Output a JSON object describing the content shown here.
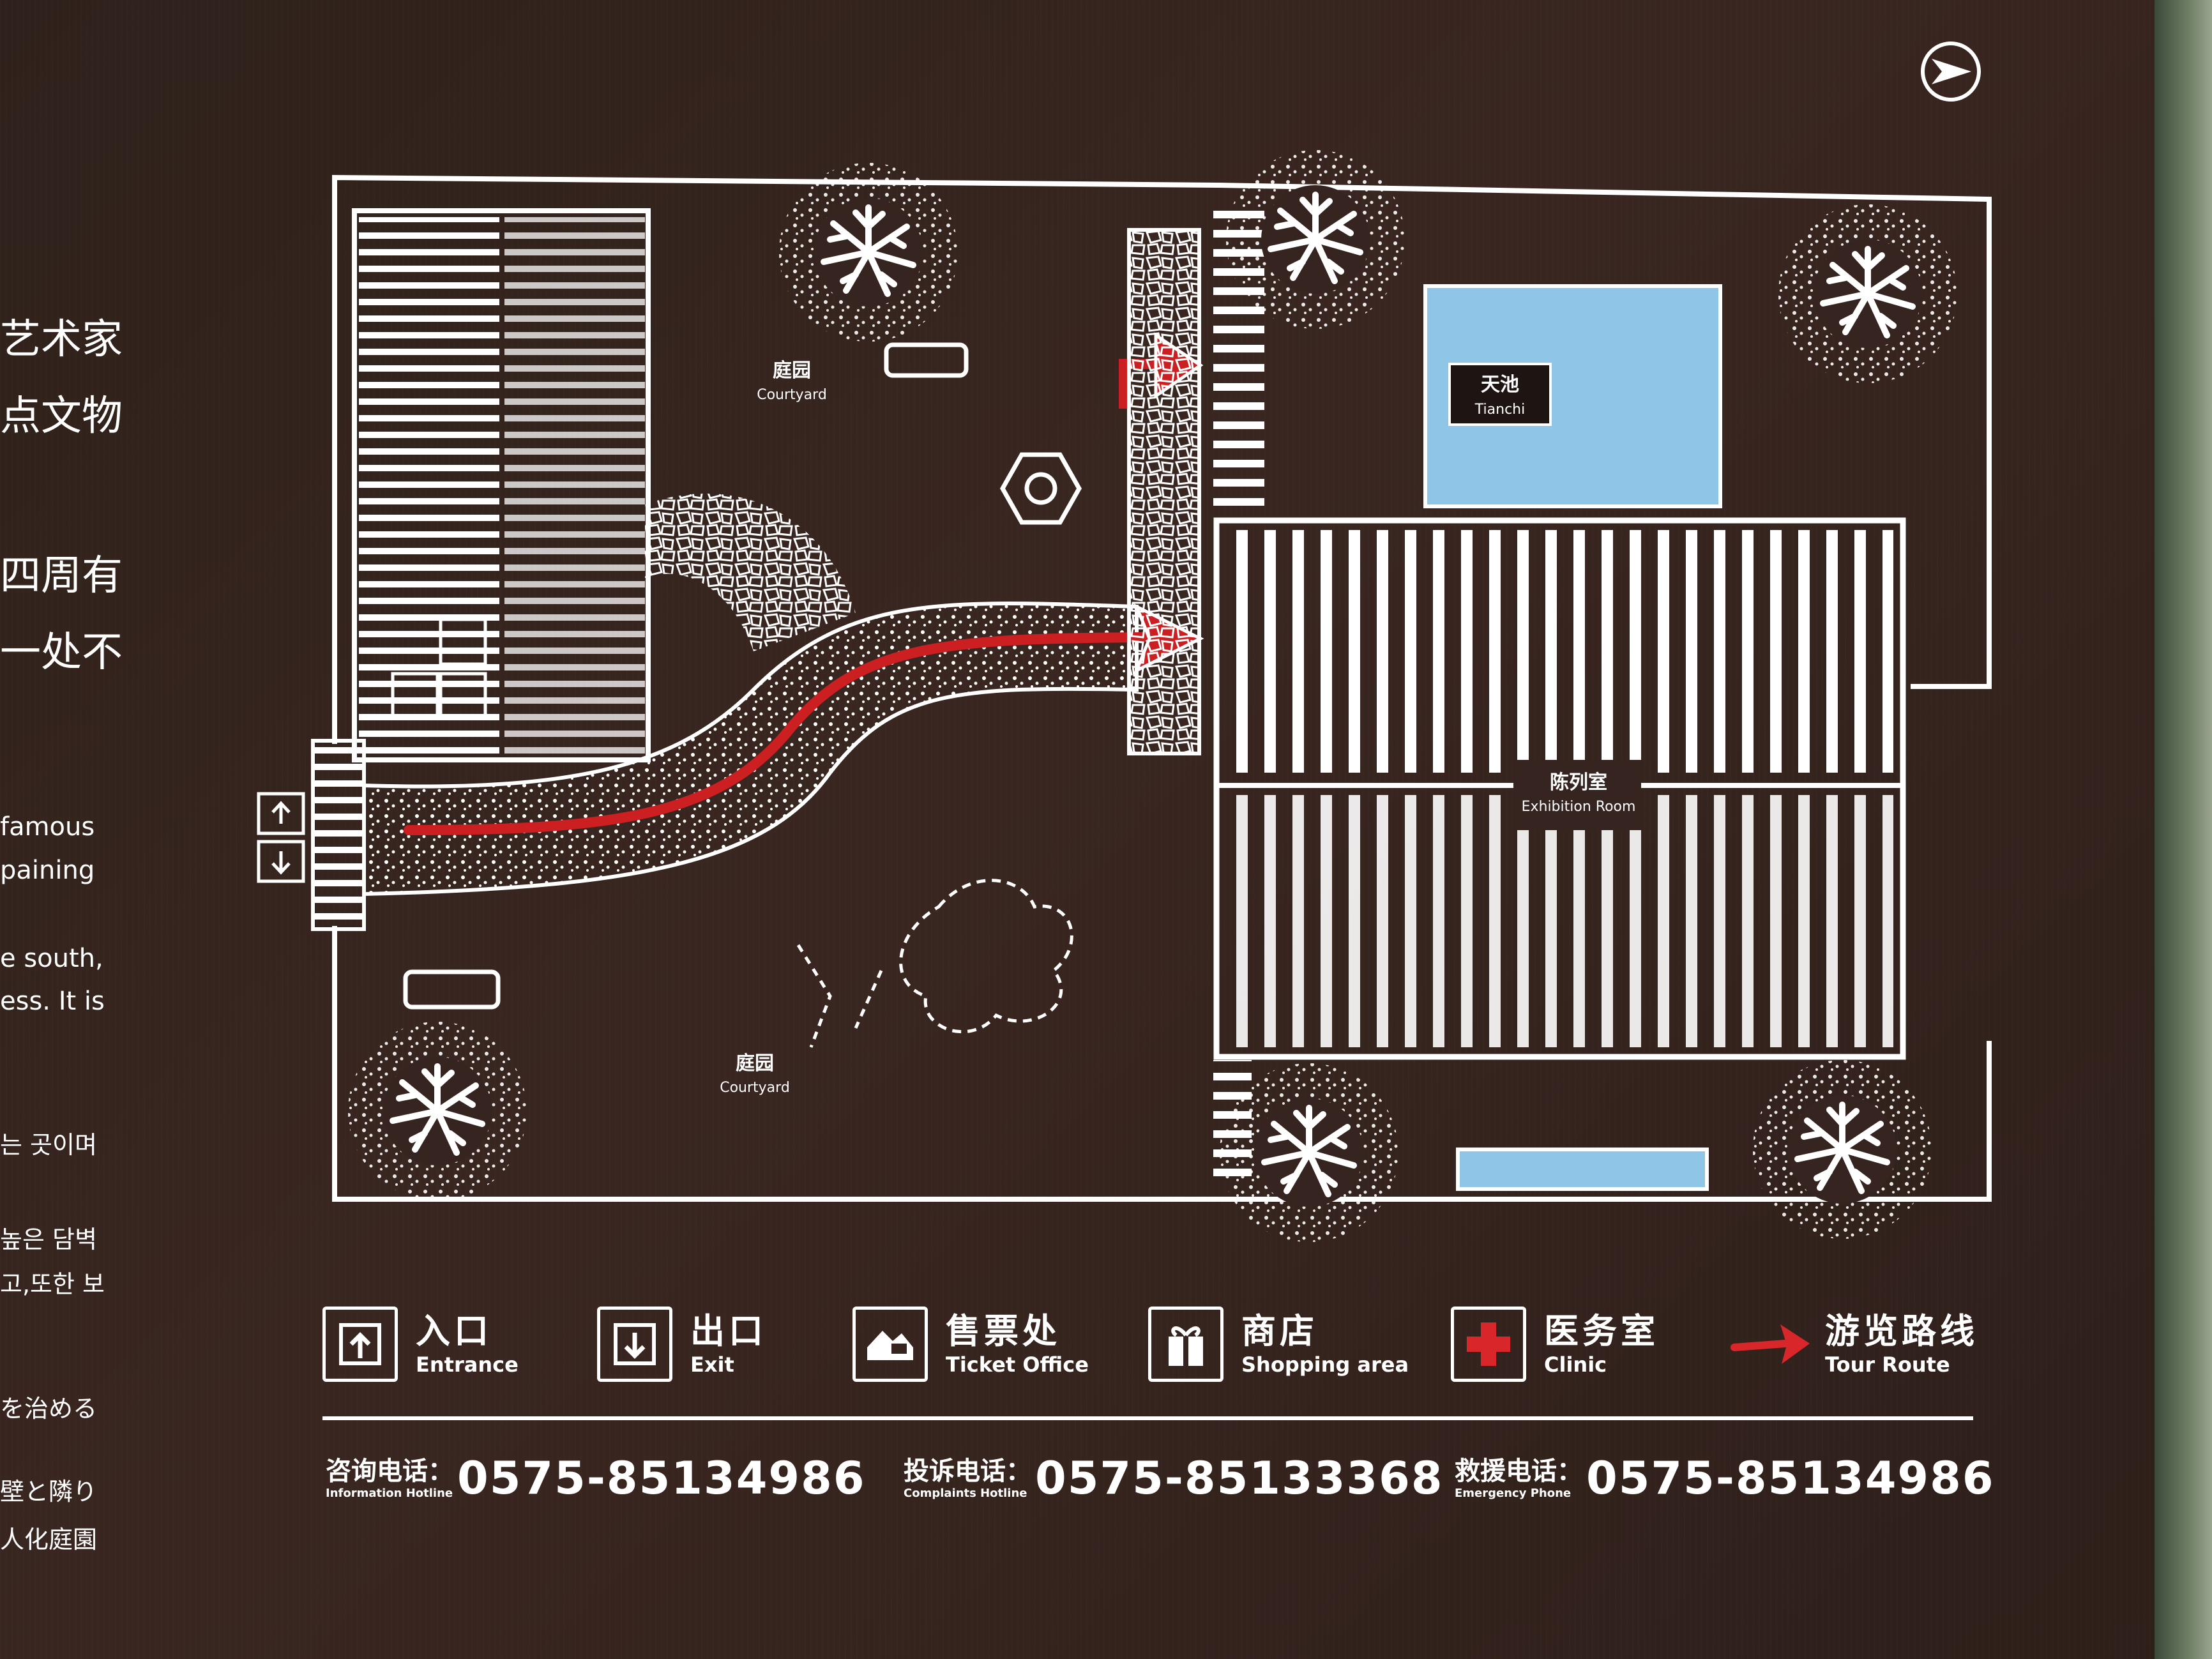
{
  "left_text": {
    "cn_1": "艺术家",
    "cn_2": "点文物",
    "cn_3": "四周有",
    "cn_4": "一处不",
    "en_1": "famous",
    "en_2": "paining",
    "en_3": "e south,",
    "en_4": "ess. It is",
    "ko_1": "는 곳이며",
    "ko_2": "높은 담벽",
    "ko_3": "고,또한 보",
    "ja_1": "を治める",
    "ja_2": "壁と隣り",
    "ja_3": "人化庭園"
  },
  "map": {
    "courtyard_top_cn": "庭园",
    "courtyard_top_en": "Courtyard",
    "courtyard_bottom_cn": "庭园",
    "courtyard_bottom_en": "Courtyard",
    "tianchi_cn": "天池",
    "tianchi_en": "Tianchi",
    "exhibition_cn": "陈列室",
    "exhibition_en": "Exhibition Room",
    "colors": {
      "line": "#ffffff",
      "route": "#cc1f22",
      "pool": "#8fc6e8",
      "board": "#352420"
    },
    "icons": [
      "compass-icon",
      "tree-icon",
      "entrance-icon",
      "exit-icon",
      "hexagon-pavilion-icon"
    ]
  },
  "legend": {
    "entrance_cn": "入口",
    "entrance_en": "Entrance",
    "exit_cn": "出口",
    "exit_en": "Exit",
    "ticket_cn": "售票处",
    "ticket_en": "Ticket Office",
    "shop_cn": "商店",
    "shop_en": "Shopping area",
    "clinic_cn": "医务室",
    "clinic_en": "Clinic",
    "route_cn": "游览路线",
    "route_en": "Tour Route"
  },
  "hotlines": {
    "info_cn": "咨询电话：",
    "info_en": "Information Hotline",
    "info_num": "0575-85134986",
    "complaint_cn": "投诉电话：",
    "complaint_en": "Complaints Hotline",
    "complaint_num": "0575-85133368",
    "emergency_cn": "救援电话：",
    "emergency_en": "Emergency Phone",
    "emergency_num": "0575-85134986"
  }
}
